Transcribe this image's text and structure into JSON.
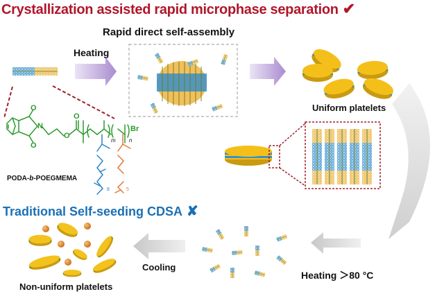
{
  "title": "Crystallization assisted rapid microphase separation",
  "title_mark": "✔",
  "subtitle": "Rapid direct self-assembly",
  "steps": {
    "heating_label": "Heating",
    "uniform_label": "Uniform platelets",
    "heating80_label": "Heating ＞80 °C",
    "cooling_label": "Cooling",
    "nonuniform_label": "Non-uniform platelets"
  },
  "traditional_title": "Traditional Self-seeding CDSA",
  "traditional_mark": "✘",
  "polymer": {
    "name": "PODA-b-POEGMEMA",
    "name_prefix": "PODA-",
    "name_italic": "b",
    "name_suffix": "-POEGMEMA",
    "block_m": "m",
    "block_n": "n",
    "end_group": "Br",
    "sub_8": "8",
    "sub_5": "5",
    "atom_O": "O",
    "atom_N": "N"
  },
  "colors": {
    "title_red": "#b0162a",
    "title_blue": "#1a70b5",
    "platelet_yellow": "#f5bf1a",
    "core_blue": "#3a8fc9",
    "chem_green": "#2e9a2e",
    "chem_blue": "#2b84c6",
    "chem_orange": "#e07a3a",
    "arrow_purple": "#b79cd6",
    "arrow_gray": "#d9d9d9",
    "zoom_box_red": "#a0202a"
  }
}
